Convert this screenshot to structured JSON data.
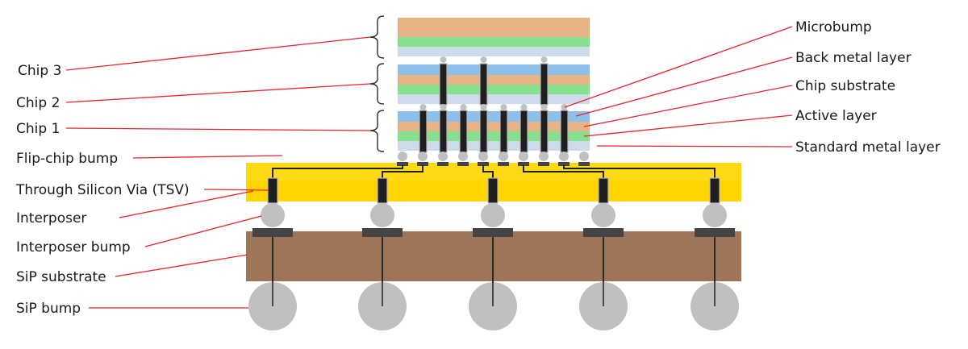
{
  "labels_left": {
    "chip3": "Chip 3",
    "chip2": "Chip 2",
    "chip1": "Chip 1",
    "flip_chip_bump": "Flip-chip bump",
    "tsv": "Through Silicon Via (TSV)",
    "interposer": "Interposer",
    "interposer_bump": "Interposer bump",
    "sip_substrate": "SiP substrate",
    "sip_bump": "SiP bump"
  },
  "labels_right": {
    "microbump": "Microbump",
    "back_metal_layer": "Back metal layer",
    "chip_substrate": "Chip substrate",
    "active_layer": "Active layer",
    "standard_metal_layer": "Standard metal layer"
  },
  "colors": {
    "back_metal": "#8cc0ea",
    "chip_substrate": "#e8b485",
    "active": "#86e08d",
    "standard_metal": "#cddcea",
    "interposer": "#ffd400",
    "sip_substrate": "#9e7657",
    "bump": "#c0c0c0",
    "pad": "#444444",
    "leader": "#e8242a"
  }
}
